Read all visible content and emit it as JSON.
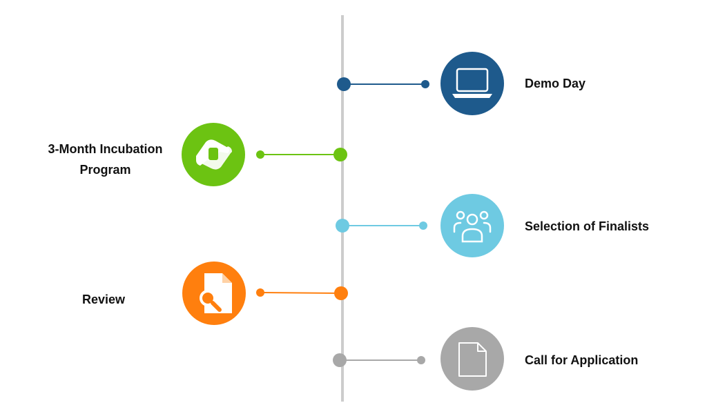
{
  "timeline": {
    "stages": [
      {
        "id": "demo-day",
        "label": "Demo Day",
        "icon": "laptop-icon",
        "color": "#1e5a8c",
        "side": "right"
      },
      {
        "id": "incubation",
        "label": "3-Month Incubation\nProgram",
        "icon": "handshake-icon",
        "color": "#6cc312",
        "side": "left"
      },
      {
        "id": "selection",
        "label": "Selection of Finalists",
        "icon": "group-icon",
        "color": "#6ecae2",
        "side": "right"
      },
      {
        "id": "review",
        "label": "Review",
        "icon": "document-search-icon",
        "color": "#ff7f0e",
        "side": "left"
      },
      {
        "id": "call",
        "label": "Call for Application",
        "icon": "document-icon",
        "color": "#a8a8a8",
        "side": "right"
      }
    ],
    "axis_color": "#cccccc"
  }
}
